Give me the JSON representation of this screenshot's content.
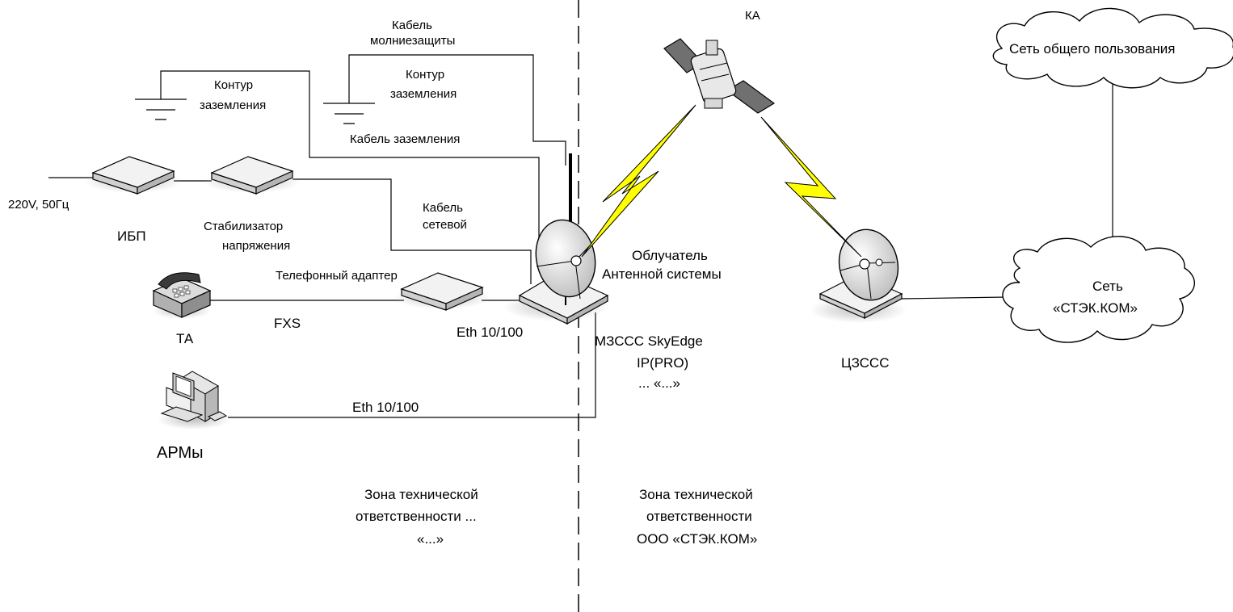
{
  "labels": {
    "ka": "КА",
    "public_network": "Сеть общего пользования",
    "lightning_cable_1": "Кабель",
    "lightning_cable_2": "молниезащиты",
    "ground_loop_left_1": "Контур",
    "ground_loop_left_2": "заземления",
    "ground_loop_mid_1": "Контур",
    "ground_loop_mid_2": "заземления",
    "ground_cable": "Кабель заземления",
    "power_input": "220V, 50Гц",
    "ups": "ИБП",
    "stabilizer_1": "Стабилизатор",
    "stabilizer_2": "напряжения",
    "network_cable_1": "Кабель",
    "network_cable_2": "сетевой",
    "feed_1": "Облучатель",
    "feed_2": "Антенной системы",
    "phone_adapter": "Телефонный адаптер",
    "fxs": "FXS",
    "ta": "ТА",
    "eth_adapter": "Eth 10/100",
    "eth_pc": "Eth 10/100",
    "terminal_1": "МЗССС SkyEdge",
    "terminal_2": "IP(PRO)",
    "terminal_3": "... «...»",
    "hub": "ЦЗССС",
    "stek_net_1": "Сеть",
    "stek_net_2": "«СТЭК.КОМ»",
    "arm": "АРМы",
    "zone_left_1": "Зона технической",
    "zone_left_2": "ответственности ...",
    "zone_left_3": "«...»",
    "zone_right_1": "Зона технической",
    "zone_right_2": "ответственности",
    "zone_right_3": "ООО «СТЭК.КОМ»"
  },
  "colors": {
    "line": "#000000",
    "lightning": "#ffff00",
    "device_fill": "#f2f2f2",
    "device_side": "#c8c8c8",
    "shadow": "#bdbdbd"
  }
}
